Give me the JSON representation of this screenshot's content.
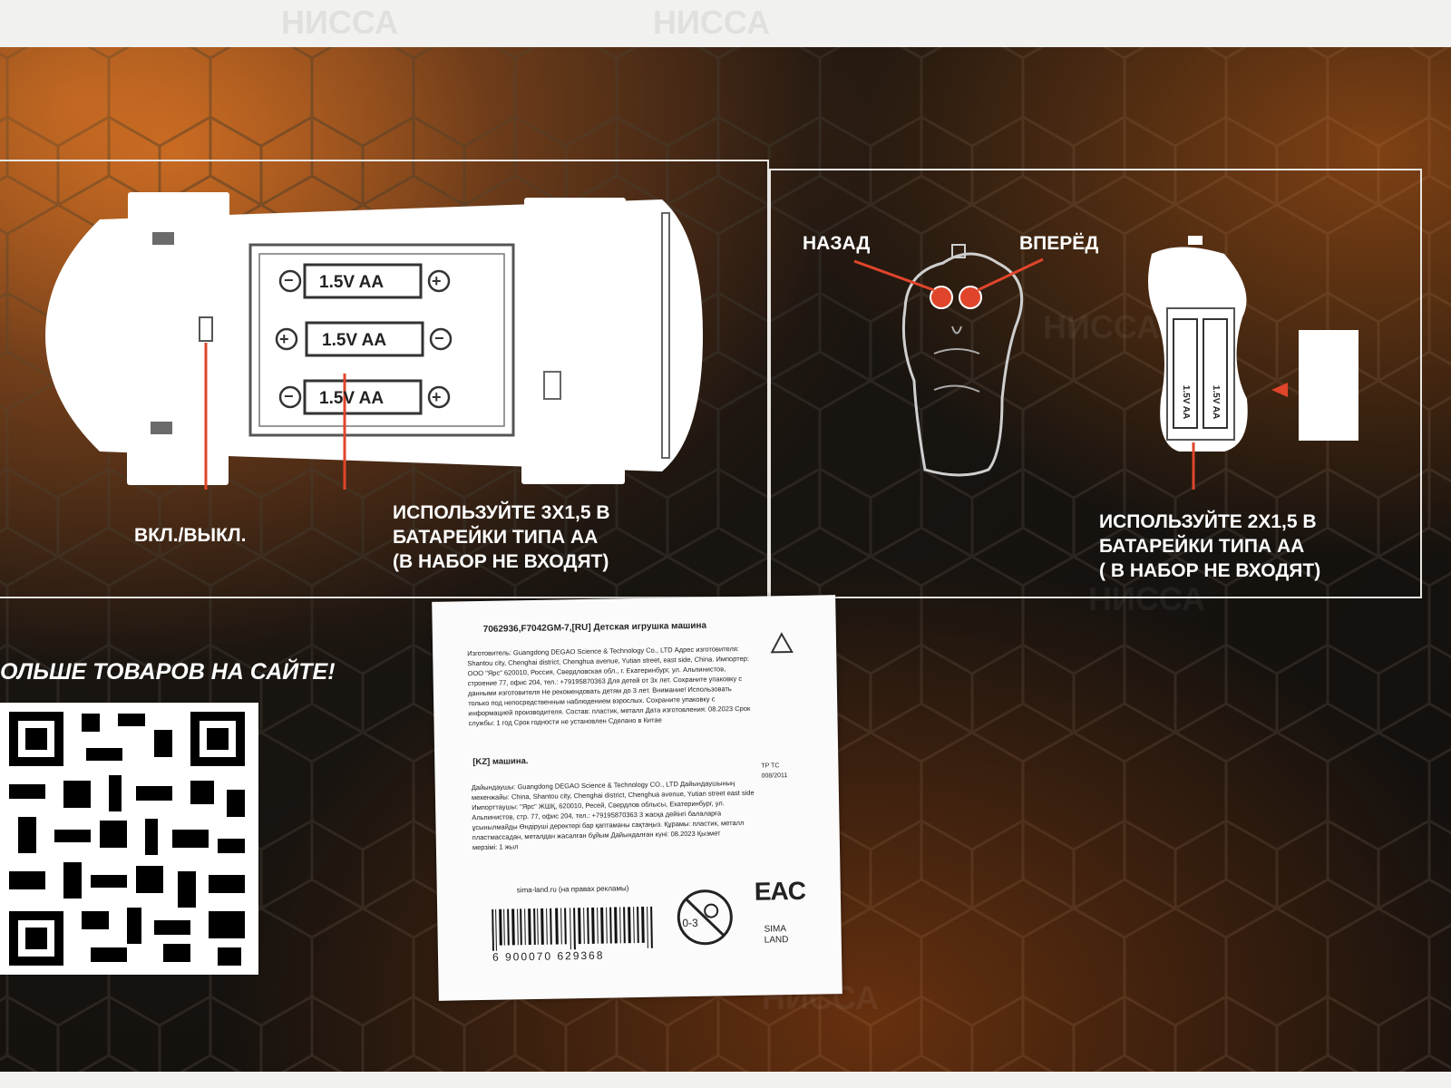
{
  "car_panel": {
    "battery_label": "1.5V AA",
    "switch_label": "ВКЛ./ВЫКЛ.",
    "instructions": "ИСПОЛЬЗУЙТЕ 3Х1,5 В\nБАТАРЕЙКИ ТИПА АА\n(В НАБОР НЕ ВХОДЯТ)"
  },
  "remote_panel": {
    "back_label": "НАЗАД",
    "forward_label": "ВПЕРЁД",
    "battery_label": "1.5V AA",
    "instructions": "ИСПОЛЬЗУЙТЕ 2Х1,5 В\nБАТАРЕЙКИ ТИПА АА\n( В НАБОР НЕ ВХОДЯТ)"
  },
  "promo_text": "ОЛЬШЕ ТОВАРОВ НА САЙТЕ!",
  "watermark": "НИССА",
  "sticker": {
    "title": "7062936,F7042GM-7,[RU] Детская игрушка машина",
    "ru_text": "Изготовитель: Guangdong DEGAO Science & Technology Co., LTD Адрес изготовителя:\nShantou city, Chenghai district, Chenghua avenue, Yutian street, east side, China. Импортер:\nООО \"Ярс\" 620010, Россия, Свердловская обл., г. Екатеринбург, ул. Альпинистов,\nстроение 77, офис 204, тел.: +79195870363 Для детей от 3х лет. Сохраните упаковку с\nданными изготовителя Не рекомендовать детям до 3 лет. Внимание! Использовать\nтолько под непосредственным наблюдением взрослых. Сохраните упаковку с\nинформацией производителя. Состав: пластик, металл Дата изготовления: 08.2023 Срок\nслужбы: 1 год Срок годности не установлен Сделано в Китае",
    "kz_title": "[KZ] машина.",
    "tr_ts": "TP TC\n008/2011",
    "kz_text": "Дайындаушы: Guangdong DEGAO Science & Technology CO., LTD Дайындаушының\nмекенжайы: China, Shantou city, Chenghai district, Chenghua avenue, Yutian street east side\nИмпорттаушы: \"Ярс\" ЖШҚ, 620010, Ресей, Свердлов облысы, Екатеринбург, ул.\nАльпинистов, стр. 77, офис 204, тел.: +79195870363 3 жасқа дейінгі балаларға\nұсынылмайды Өндіруші деректері бар қаптаманы сақтаңыз. Құрамы: пластик, металл\nпластмассадан, металдан жасалған бұйым Дайындалған күні: 08.2023 Қызмет\nмерзімі: 1 жыл",
    "site": "sima-land.ru (на правах рекламы)",
    "barcode_number": "6 900070 629368",
    "age_mark": "0-3",
    "eac_mark": "EAC",
    "brand": "SIMA\nLAND"
  }
}
